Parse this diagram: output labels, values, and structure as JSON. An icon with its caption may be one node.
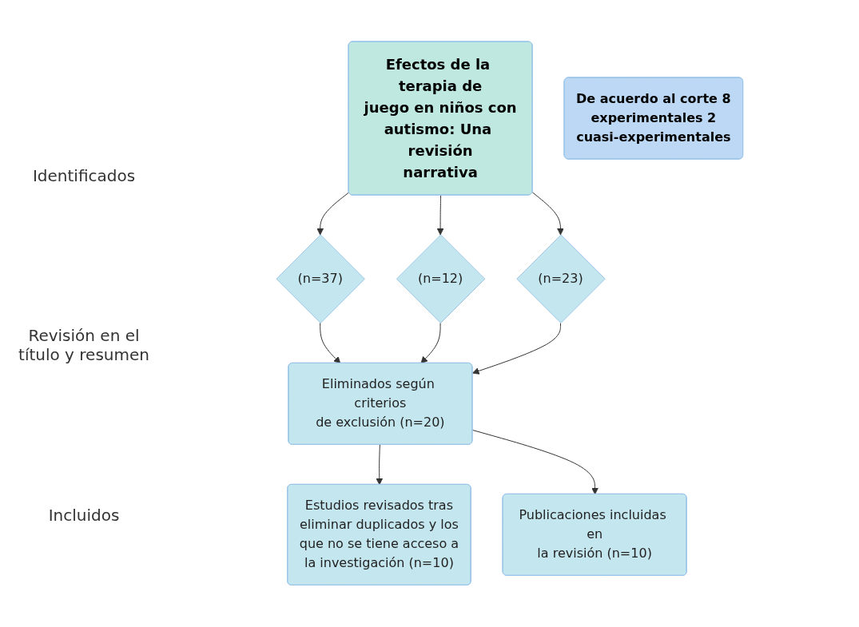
{
  "diagram": {
    "nodes": [
      {
        "text": [
          "Efectos de la terapia de juego en niños con autismo: Una revisión narrativa"
        ]
      },
      {
        "text": [
          "(n=37)"
        ]
      },
      {
        "text": [
          "(n=12)"
        ]
      },
      {
        "text": [
          "(n=23)"
        ]
      },
      {
        "text": [
          "Eliminados según criterios de exclusión (n=20)"
        ]
      },
      {
        "text": [
          "Estudios revisados tras eliminar duplicados y los que no se tiene acceso a la investigación (n=10)"
        ]
      },
      {
        "text": [
          "Publicaciones incluidas en la revisión (n=10)"
        ]
      },
      {
        "text": [
          "De acuerdo al corte 8 experimentales 2 cuasi-experimentales"
        ]
      }
    ],
    "edges": [
      {
        "from": 0,
        "to": 1,
        "arrow": "to"
      },
      {
        "from": 0,
        "to": 2,
        "arrow": "to"
      },
      {
        "from": 0,
        "to": 3,
        "arrow": "to"
      },
      {
        "from": 1,
        "to": 4,
        "arrow": "to"
      },
      {
        "from": 2,
        "to": 4,
        "arrow": "to"
      },
      {
        "from": 3,
        "to": 4,
        "arrow": "to"
      },
      {
        "from": 4,
        "to": 5,
        "arrow": "to"
      },
      {
        "from": 4,
        "to": 6,
        "arrow": "to"
      }
    ],
    "labels": [
      "Identificados",
      "Revisión en el título y resumen",
      "Incluidos"
    ]
  }
}
